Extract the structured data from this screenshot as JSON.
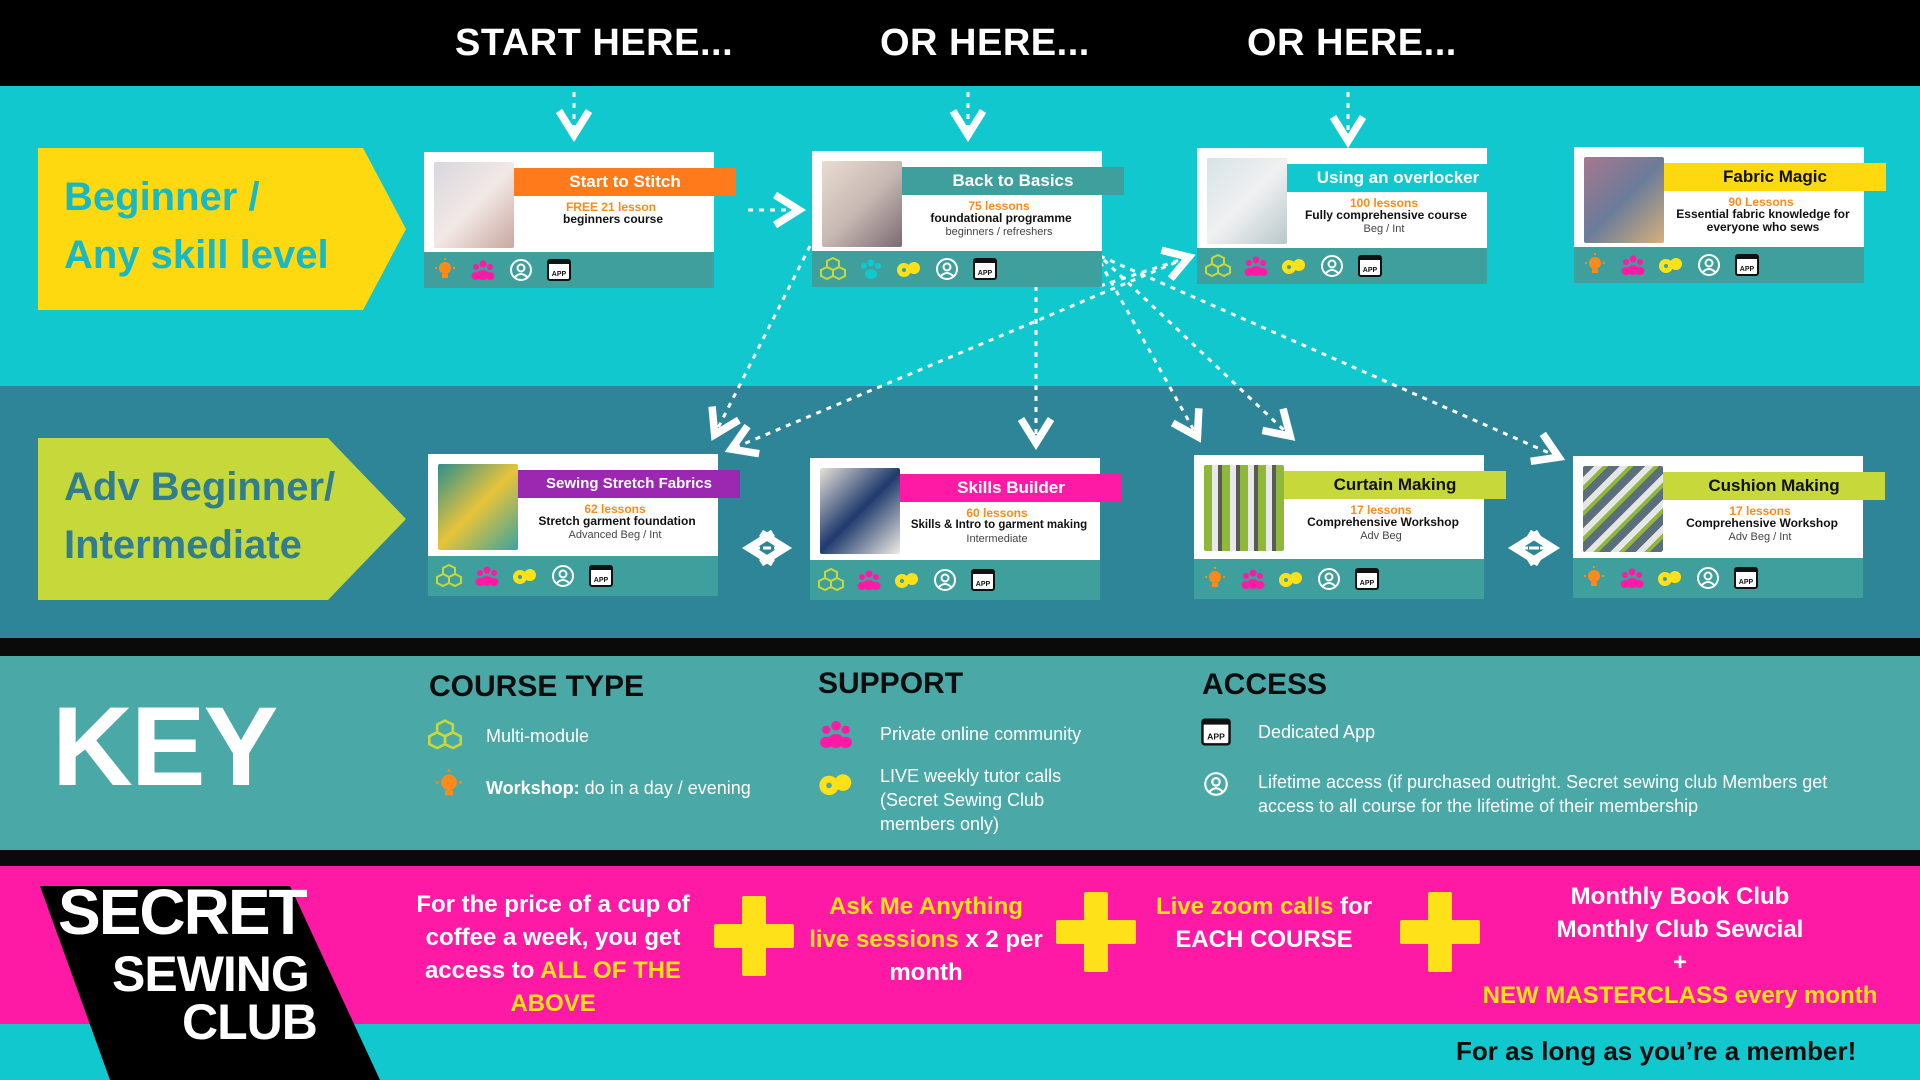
{
  "header": {
    "start_here": "START HERE...",
    "or_here_1": "OR HERE...",
    "or_here_2": "OR HERE..."
  },
  "levels": {
    "beginner_line1": "Beginner /",
    "beginner_line2": "Any skill level",
    "adv_line1": "Adv Beginner/",
    "adv_line2": "Intermediate"
  },
  "courses": {
    "start_to_stitch": {
      "title": "Start to Stitch",
      "lessons": "FREE 21 lesson",
      "desc": "beginners course",
      "level": ""
    },
    "back_to_basics": {
      "title": "Back to Basics",
      "lessons": "75 lessons",
      "desc": "foundational programme",
      "level": "beginners / refreshers"
    },
    "overlocker": {
      "title": "Using an overlocker",
      "lessons": "100 lessons",
      "desc": "Fully comprehensive course",
      "level": "Beg / Int"
    },
    "fabric_magic": {
      "title": "Fabric Magic",
      "lessons": "90 Lessons",
      "desc": "Essential fabric knowledge for everyone who sews",
      "level": ""
    },
    "stretch": {
      "title": "Sewing Stretch Fabrics",
      "lessons": "62 lessons",
      "desc": "Stretch garment foundation",
      "level": "Advanced Beg / Int"
    },
    "skills_builder": {
      "title": "Skills Builder",
      "lessons": "60 lessons",
      "desc": "Skills & Intro to garment making",
      "level": "Intermediate"
    },
    "curtain": {
      "title": "Curtain Making",
      "lessons": "17 lessons",
      "desc": "Comprehensive Workshop",
      "level": "Adv Beg"
    },
    "cushion": {
      "title": "Cushion Making",
      "lessons": "17 lessons",
      "desc": "Comprehensive Workshop",
      "level": "Adv Beg / Int"
    }
  },
  "key": {
    "title": "KEY",
    "course_type_head": "COURSE TYPE",
    "multi_module": "Multi-module",
    "workshop_bold": "Workshop:",
    "workshop_rest": " do in a day / evening",
    "support_head": "SUPPORT",
    "community": "Private online community",
    "live_calls_1": "LIVE weekly tutor calls",
    "live_calls_2": "(Secret Sewing Club",
    "live_calls_3": "members only)",
    "access_head": "ACCESS",
    "app": "Dedicated App",
    "lifetime_1": "Lifetime access (if purchased outright.  Secret sewing club Members get",
    "lifetime_2": "access to all course for the lifetime of their membership"
  },
  "club": {
    "logo_1": "SECRET",
    "logo_2": "SEWING",
    "logo_3": "CLUB",
    "price_1": "For the price of a cup of",
    "price_2": "coffee a week, you get",
    "price_3a": "access to ",
    "price_3b": "ALL OF THE",
    "price_4": "ABOVE",
    "ama_1": "Ask Me Anything",
    "ama_2a": "live sessions",
    "ama_2b": " x 2 per",
    "ama_3": "month",
    "zoom_1a": "Live zoom calls",
    "zoom_1b": " for",
    "zoom_2": "EACH COURSE",
    "book_1": "Monthly Book Club",
    "book_2": "Monthly Club Sewcial",
    "book_3": "+",
    "book_4": "NEW MASTERCLASS every month",
    "footer": "For as long as you’re a member!"
  },
  "colors": {
    "teal": "#12c8cf",
    "dark_teal": "#2f8598",
    "key_teal": "#4aa8a6",
    "magenta": "#ff1aa6",
    "yellow": "#ffe11a",
    "lime": "#c6d83a",
    "orange": "#ff7a1a",
    "purple": "#9c27b0"
  },
  "icons": [
    "bulb-icon",
    "community-icon",
    "live-call-icon",
    "lifetime-icon",
    "app-icon",
    "multi-module-icon"
  ]
}
